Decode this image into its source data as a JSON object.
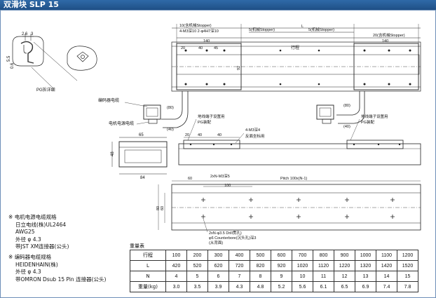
{
  "header": {
    "title": "双滑块 SLP 15"
  },
  "cross_section": {
    "dims": [
      "2.6",
      "3",
      "5.5",
      "0.6"
    ],
    "label": "PG拆详细"
  },
  "top_view": {
    "callout_stopper_left": "10(含机械Stopper)",
    "callout_holes": "4-M3深10 2-φ4H7深10",
    "dim_20": "20",
    "dim_40": "40",
    "dim_45": "45",
    "stopper_mid": "5(机械Stopper)",
    "dim_L": "L",
    "stopper_right": "5(机械Stopper)",
    "stopper_right2": "20(含机械Stopper)",
    "stroke_label": "行程",
    "dim_140_left": "140",
    "dim_140_right": "140",
    "dim_92": "92"
  },
  "cable": {
    "encoder_cable": "编码器电缆",
    "motor_cable": "电机电源电缆",
    "dim_80": "(80)",
    "dim_40": "(40)"
  },
  "side_view": {
    "left_note_1": "地线端子设置用",
    "left_note_2": "PG装配",
    "right_note_1": "地线端子设置用",
    "right_note_2": "PG装配",
    "holes_note": "4-M3深4",
    "back_note": "反面坐标用",
    "dim_20": "20",
    "dim_40a": "40",
    "dim_40b": "40",
    "dim_65": "65",
    "dim_48": "48",
    "dim_84": "84"
  },
  "bottom_view": {
    "holes_top": "2xN-M3深5",
    "pitch": "Pitch 100x(N-1)",
    "dim_60": "60",
    "dim_100": "100",
    "dim_80": "80",
    "dim_60v": "60",
    "holes_bottom_1": "2xN-φ3.5 Drill贯孔)",
    "holes_bottom_2": "φ6 Counterbore(沉头孔)深3",
    "holes_bottom_3": "(从背面)"
  },
  "notes": {
    "motor_title": "电机电源电缆规格",
    "motor_1": "日立电线(株)UL2464",
    "motor_2": "AWG25",
    "motor_3": "外径 φ 4.3",
    "motor_4": "带JST XM连接器(公头)",
    "enc_title": "编码器电缆规格",
    "enc_1": "HEIDENHAIN(株)",
    "enc_2": "外径 φ 4.3",
    "enc_3": "带OMRON Dsub 15 Pin 连接器(公头)",
    "mark": "※"
  },
  "table": {
    "caption": "重量表",
    "rows": [
      {
        "label": "行程",
        "values": [
          "100",
          "200",
          "300",
          "400",
          "500",
          "600",
          "700",
          "800",
          "900",
          "1000",
          "1100",
          "1200"
        ]
      },
      {
        "label": "L",
        "values": [
          "420",
          "520",
          "620",
          "720",
          "820",
          "920",
          "1020",
          "1120",
          "1220",
          "1320",
          "1420",
          "1520"
        ]
      },
      {
        "label": "N",
        "values": [
          "4",
          "5",
          "6",
          "7",
          "8",
          "9",
          "10",
          "11",
          "12",
          "13",
          "14",
          "15"
        ]
      },
      {
        "label": "重量(kg)",
        "values": [
          "3.0",
          "3.5",
          "3.9",
          "4.3",
          "4.8",
          "5.2",
          "5.6",
          "6.1",
          "6.5",
          "6.9",
          "7.4",
          "7.8"
        ]
      }
    ]
  }
}
